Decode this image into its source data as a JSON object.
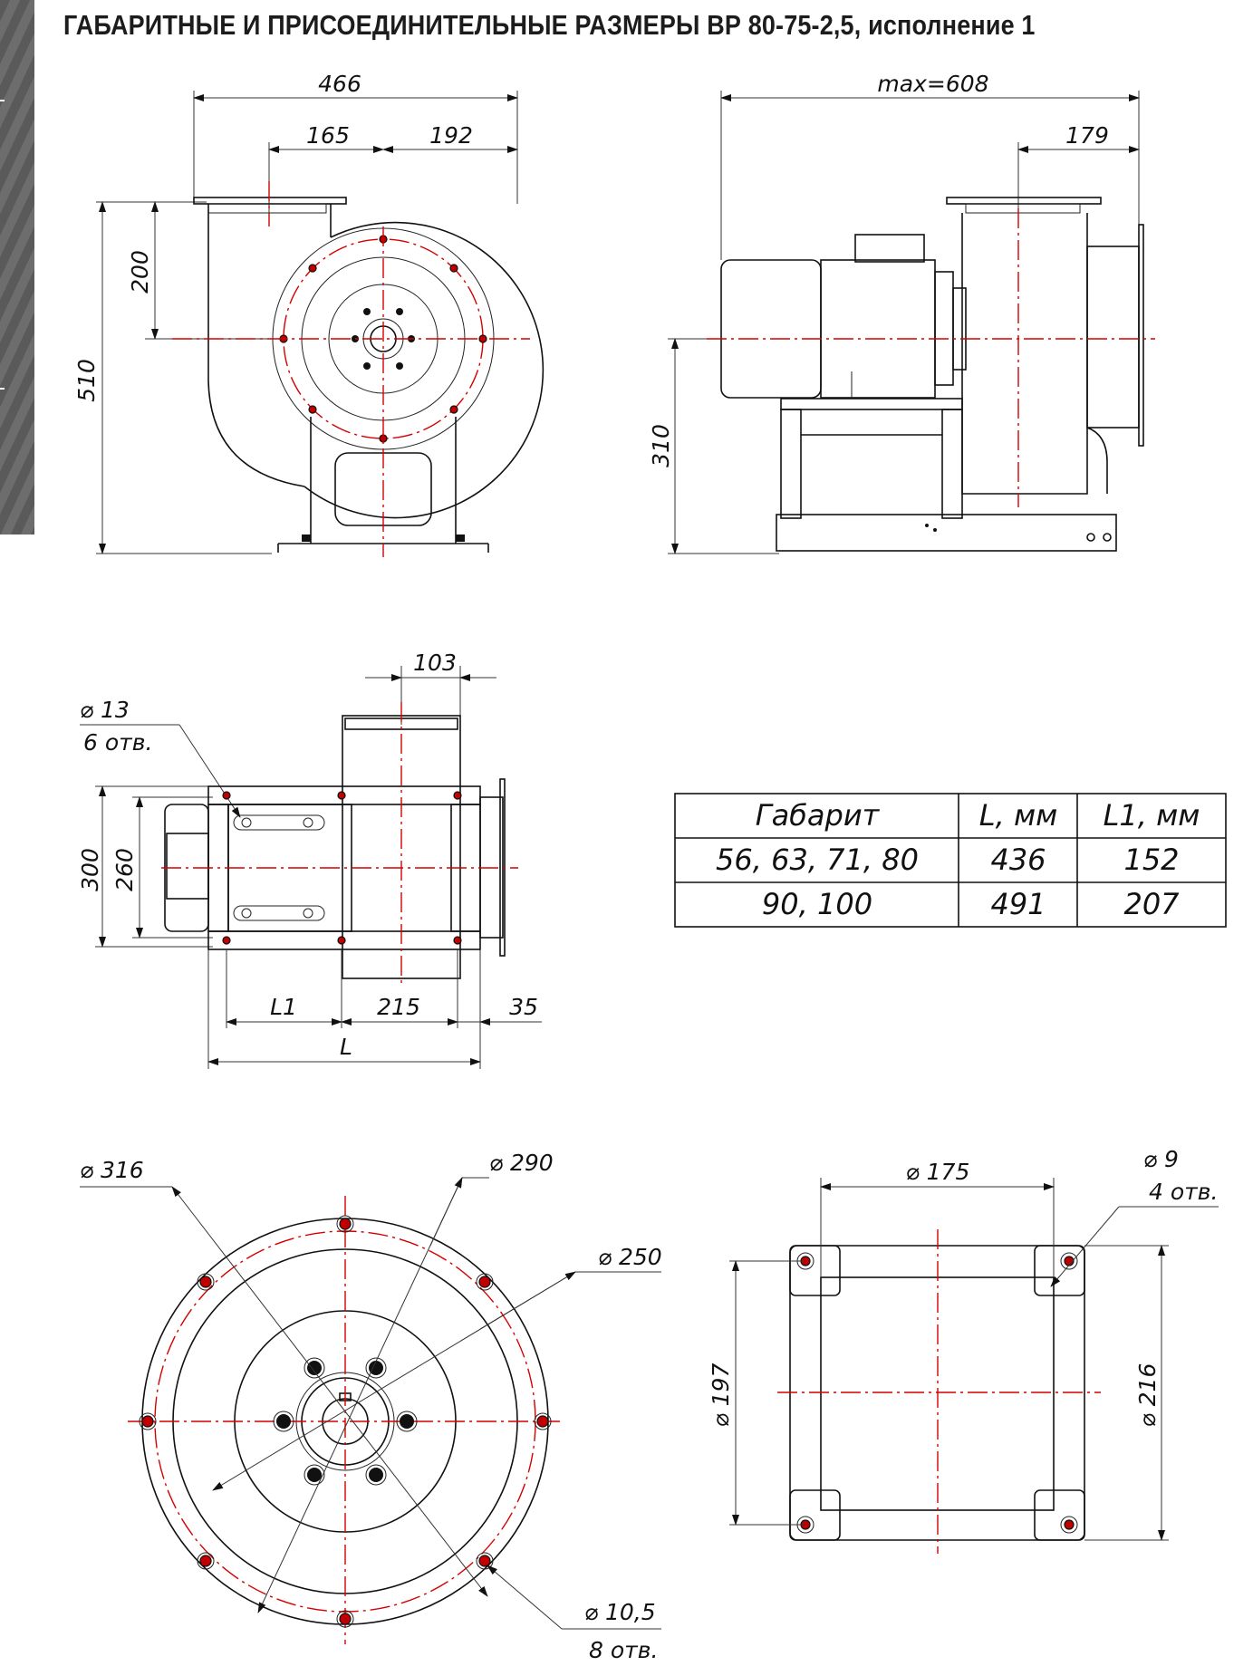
{
  "title": "ГАБАРИТНЫЕ И ПРИСОЕДИНИТЕЛЬНЫЕ РАЗМЕРЫ ВР 80-75-2,5, исполнение 1",
  "front_view": {
    "d_width": "466",
    "d_left": "165",
    "d_right": "192",
    "d_height": "510",
    "d_axis": "200"
  },
  "side_view": {
    "d_max": "max=608",
    "d_offset": "179",
    "d_axis": "310"
  },
  "top_view": {
    "hole_dia": "⌀ 13",
    "hole_count": "6 отв.",
    "d_outlet": "103",
    "d_300": "300",
    "d_260": "260",
    "d_L1": "L1",
    "d_215": "215",
    "d_35": "35",
    "d_L": "L"
  },
  "table": {
    "headers": [
      "Габарит",
      "L, мм",
      "L1, мм"
    ],
    "rows": [
      [
        "56, 63, 71, 80",
        "436",
        "152"
      ],
      [
        "90, 100",
        "491",
        "207"
      ]
    ]
  },
  "inlet_flange": {
    "d_316": "⌀ 316",
    "d_290": "⌀ 290",
    "d_250": "⌀ 250",
    "hole_dia": "⌀ 10,5",
    "hole_count": "8 отв."
  },
  "outlet_flange": {
    "d_175": "⌀ 175",
    "hole_dia": "⌀ 9",
    "hole_count": "4 отв.",
    "d_197": "⌀ 197",
    "d_216": "⌀ 216"
  }
}
